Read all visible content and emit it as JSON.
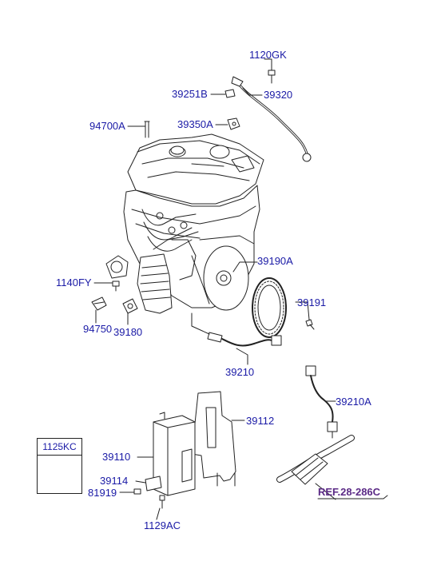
{
  "labels": {
    "p1120GK": "1120GK",
    "p39251B": "39251B",
    "p39320": "39320",
    "p94700A": "94700A",
    "p39350A": "39350A",
    "p39190A": "39190A",
    "p1140FY": "1140FY",
    "p39191": "39191",
    "p94750": "94750",
    "p39180": "39180",
    "p39210": "39210",
    "p39210A": "39210A",
    "p39112": "39112",
    "p39110": "39110",
    "p39114": "39114",
    "p81919": "81919",
    "p1129AC": "1129AC"
  },
  "key_box": {
    "label": "1125KC"
  },
  "reference": {
    "text": "REF.28-286C"
  },
  "colors": {
    "label_blue": "#1a1aa6",
    "ref_purple": "#5b2a86",
    "line": "#222222"
  }
}
